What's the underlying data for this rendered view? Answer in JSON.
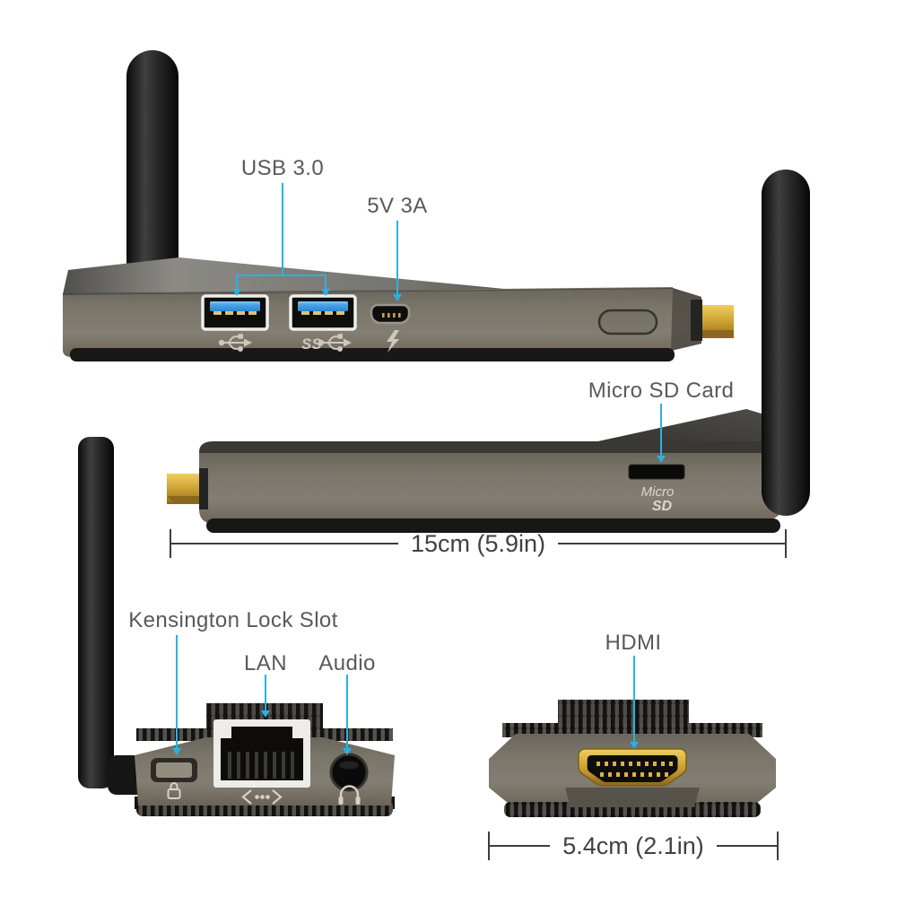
{
  "labels": {
    "usb30": "USB 3.0",
    "power": "5V 3A",
    "micro_sd": "Micro SD Card",
    "kensington": "Kensington Lock Slot",
    "lan": "LAN",
    "audio": "Audio",
    "hdmi": "HDMI"
  },
  "dimensions": {
    "length_label": "15cm (5.9in)",
    "width_label": "5.4cm (2.1in)"
  },
  "device_markings": {
    "ss": "SS",
    "micro": "Micro",
    "sd": "SD"
  },
  "icons": {
    "usb_port_1": "usb-trident-icon",
    "usb_port_2": "ss-usb-trident-icon",
    "power_port": "lightning-bolt-icon",
    "kensington_slot": "lock-icon",
    "lan_port": "ethernet-icon",
    "audio_jack": "headphones-icon"
  },
  "colors": {
    "callout": "#2ab1e4",
    "label_text": "#58595b",
    "dimension_text": "#414042",
    "body_olive": "#7a7569",
    "usb_blue": "#4aa3e6",
    "gold": "#d0a536",
    "antenna_black": "#1a1a1a",
    "port_white": "#edece8"
  }
}
